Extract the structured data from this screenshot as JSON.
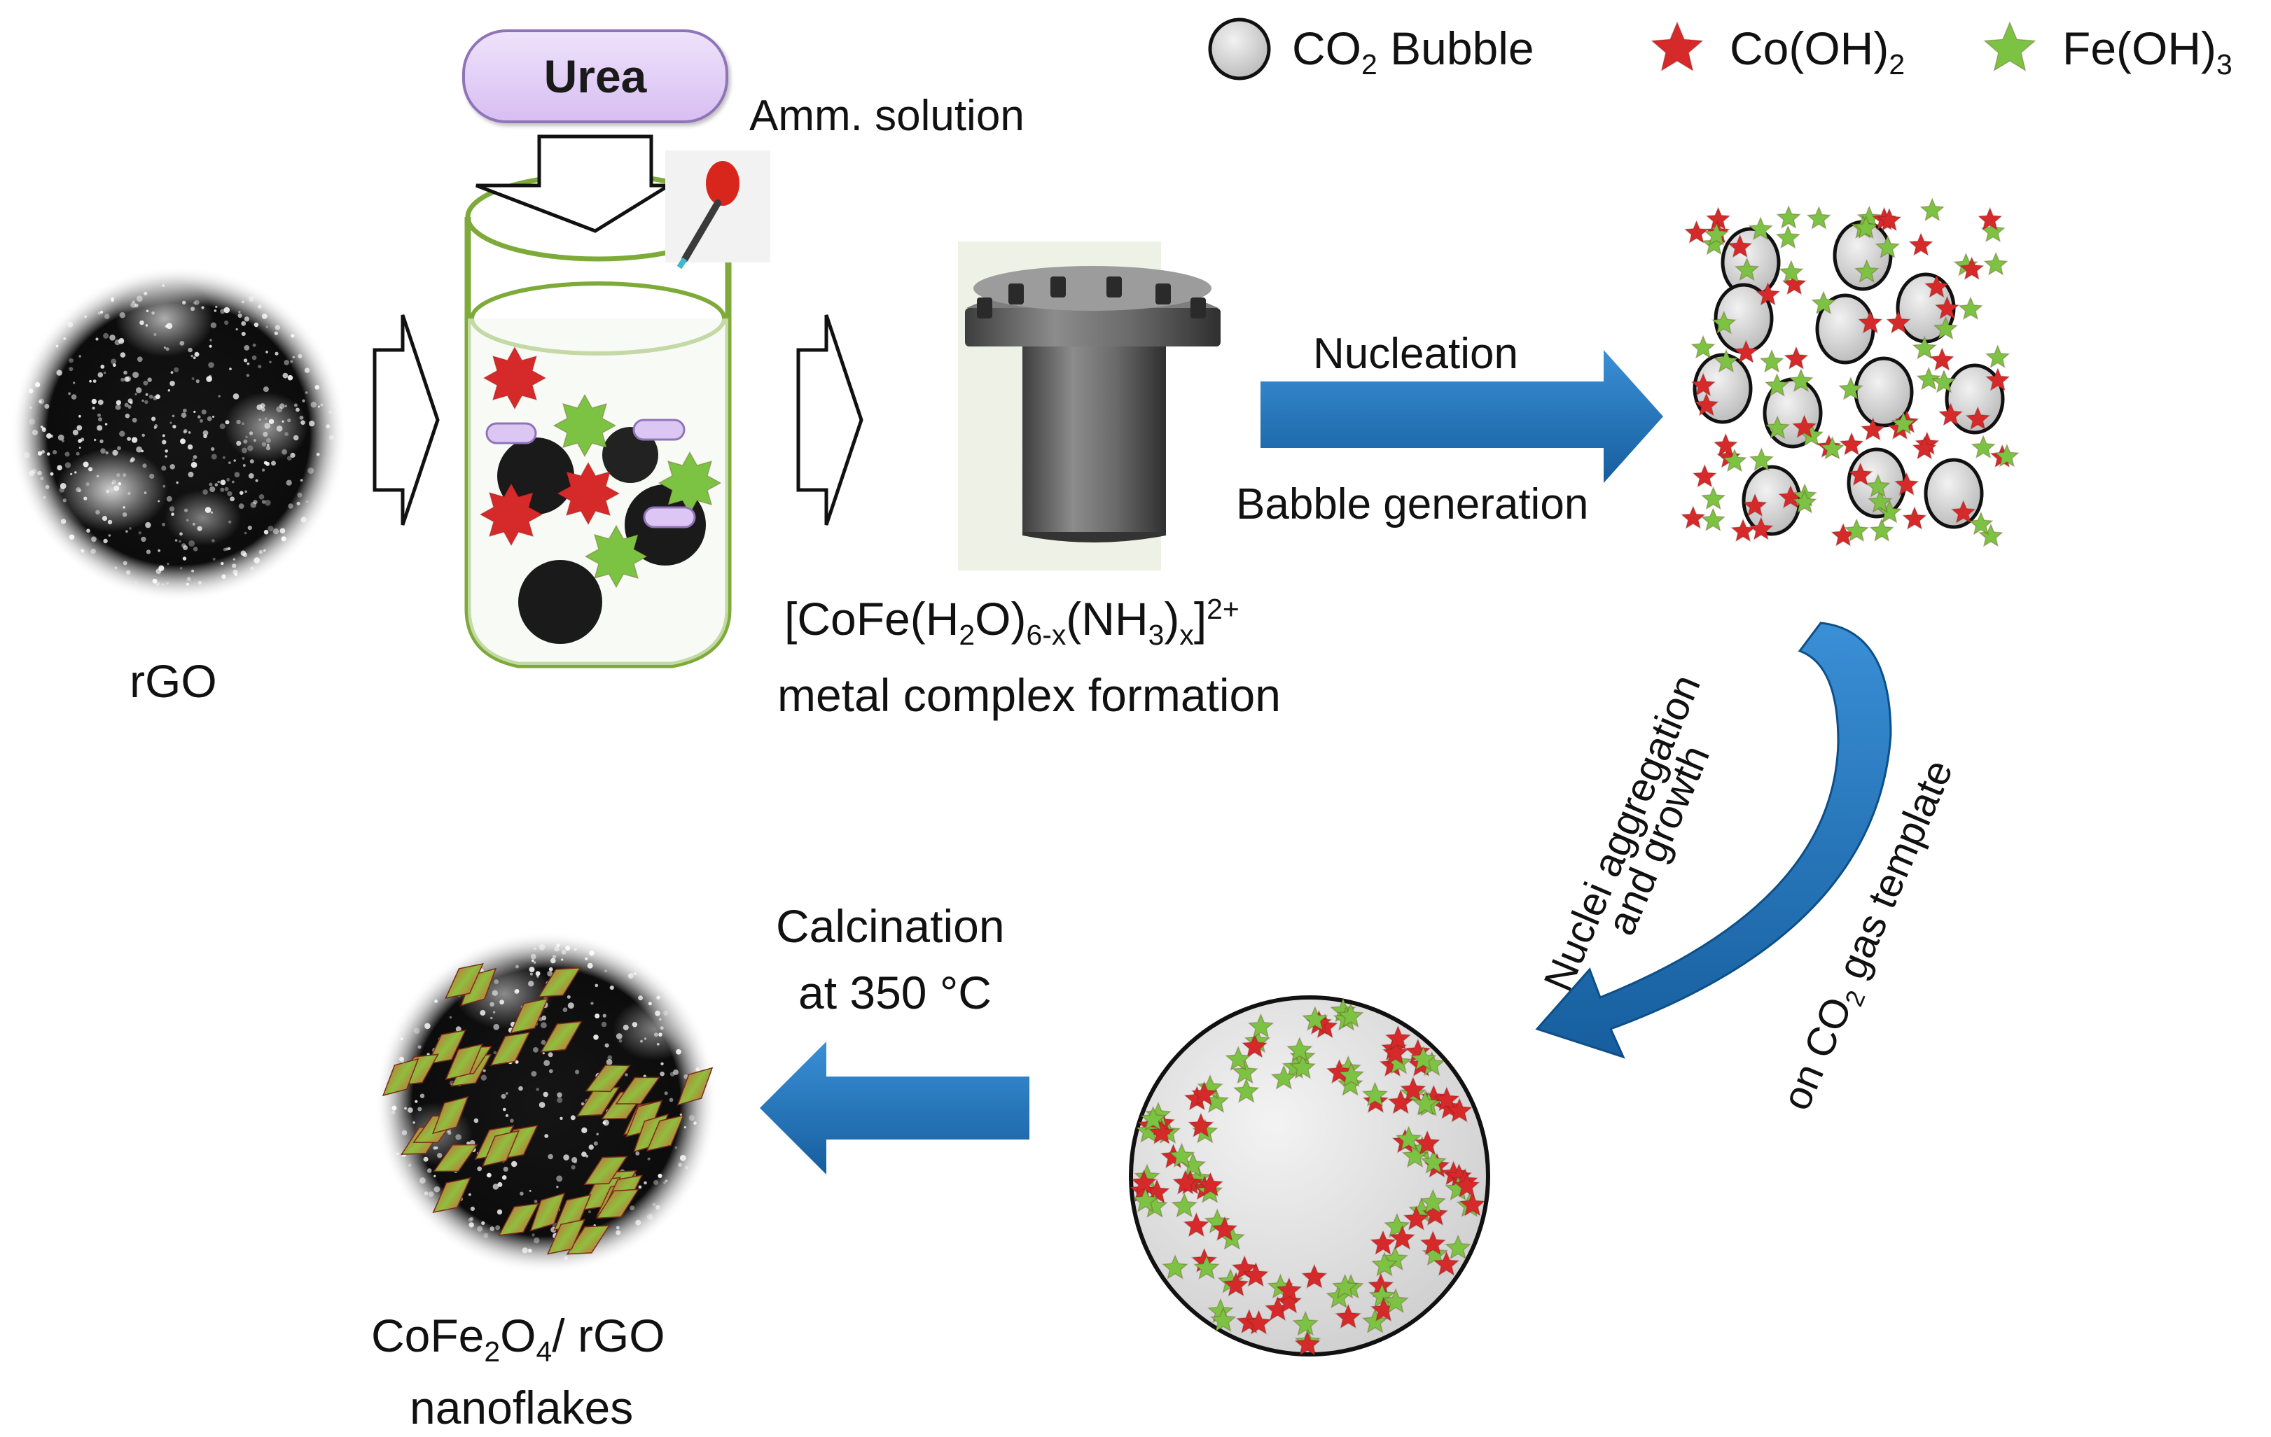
{
  "legend": {
    "bubble": {
      "text": "CO",
      "sub": "2",
      "text2": " Bubble"
    },
    "co_oh2": {
      "text": "Co(OH)",
      "sub": "2"
    },
    "fe_oh3": {
      "text": "Fe(OH)",
      "sub": "3"
    }
  },
  "colors": {
    "co_star": "#d62a2a",
    "fe_star": "#7cc243",
    "arrow_blue": "#1f73bd",
    "urea_fill": "#dcc7f4",
    "bubble": "#d0d0d0"
  },
  "labels": {
    "urea": "Urea",
    "amm_solution": "Amm. solution",
    "rgo": "rGO",
    "complex_formula": {
      "a": "[CoFe(H",
      "b": "2",
      "c": "O)",
      "d": "6-x",
      "e": "(NH",
      "f": "3",
      "g": ")",
      "h": "x",
      "i": "]",
      "j": "2+"
    },
    "complex_caption": "metal complex formation",
    "nucleation": "Nucleation",
    "babble": "Babble generation",
    "nuclei": "Nuclei aggregation",
    "growth": "and growth",
    "template": {
      "a": "on CO",
      "b": "2",
      "c": " gas template"
    },
    "calcination": "Calcination",
    "temperature": "at 350 °C",
    "product": {
      "a": "CoFe",
      "b": "2",
      "c": "O",
      "d": "4",
      "e": "/ rGO"
    },
    "nanoflakes": "nanoflakes"
  }
}
